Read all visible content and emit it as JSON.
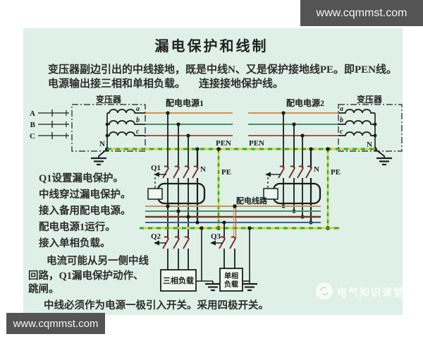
{
  "header": {
    "site_url": "www.cqmmst.com"
  },
  "footer": {
    "site_url": "www.cqmmst.com",
    "watermark": "电气知识课堂"
  },
  "diagram": {
    "title": "漏电保护和线制",
    "description_line1": "变压器副边引出的中线接地，既是中线N、又是保护接地线PE。即PEN线。",
    "description_line2a": "电源输出接三相和单相负载。",
    "description_line2b": "连接接地保护线。",
    "labels": {
      "transformer": "变压器",
      "phase_a": "A",
      "phase_b": "B",
      "phase_c": "C",
      "coil_a": "a",
      "coil_b": "b",
      "coil_c": "c",
      "source1": "配电电源1",
      "source2": "配电电源2",
      "pen": "PEN",
      "neutral": "N",
      "pe": "PE",
      "q1": "Q1",
      "q2": "Q2",
      "q3": "Q3",
      "bus": "配电线路",
      "load_three_phase": "三相负载",
      "load_single_phase_1": "单相",
      "load_single_phase_2": "负载"
    },
    "notes": [
      "Q1设置漏电保护。",
      "中线穿过漏电保护。",
      "接入备用配电电源。",
      "配电电源1运行。",
      "接入单相负载。",
      "电流可能从另一侧中线",
      "回路，Q1漏电保护动作、",
      "跳闸。"
    ],
    "bottom_note": "中线必须作为电源一极引入开关。采用四极开关。",
    "colors": {
      "background": "#def0e7",
      "phase_a_wire": "#cf9455",
      "phase_b_wire": "#4b8f68",
      "phase_c_wire": "#a85a40",
      "neutral_wire": "#3c5f9e",
      "bus_heavy": "#6e3a28",
      "earth_yellow": "#d4d42a",
      "earth_green": "#33a833",
      "frame_gray": "#545454"
    }
  }
}
